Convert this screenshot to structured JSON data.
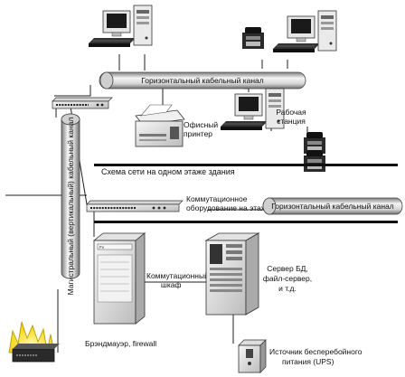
{
  "labels": {
    "horizontal_channel_top": "Горизонтальный кабельный канал",
    "office_printer_line1": "Офисный",
    "office_printer_line2": "принтер",
    "workstation_line1": "Рабочая",
    "workstation_line2": "станция",
    "floor_scheme": "Схема сети на одном этаже здания",
    "switching_line1": "Коммутационное",
    "switching_line2": "оборудование на этаже",
    "horizontal_channel_bottom": "Горизонтальный кабельный канал",
    "backbone_vertical": "Магистральный (вертикальный) кабельный канал",
    "cabinet_line1": "Коммутационный",
    "cabinet_line2": "шкаф",
    "server_line1": "Сервер БД,",
    "server_line2": "файл-сервер,",
    "server_line3": "и т.д.",
    "firewall": "Брэндмауэр, firewall",
    "ups_line1": "Источник бесперебойного",
    "ups_line2": "питания (UPS)"
  }
}
